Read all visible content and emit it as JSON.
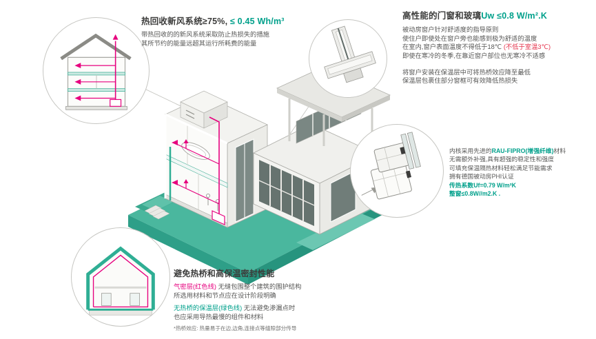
{
  "colors": {
    "accent_green": "#00A08B",
    "envelope_teal": "#2FAE94",
    "platform_green": "#4AB79E",
    "duct_magenta": "#E6007E",
    "note_red": "#E5324B",
    "text_dark": "#3C3C3B",
    "text_gray": "#575756"
  },
  "sections": {
    "heat_recovery": {
      "title_main": "热回收新风系统≥75%,",
      "title_value": " ≤ 0.45 Wh/m³",
      "body": [
        "带热回收的的新风系统采取防止热损失的措施",
        "其所节约的能量远超其运行所耗费的能量"
      ]
    },
    "windows_glass": {
      "title_main": "高性能的门窗和玻璃",
      "title_value": "Uw ≤0.8 W/m².K",
      "p1_line1": "被动房窗户针对舒适度的指导原则",
      "p1_line2": "使住户即使处在窗户旁也能感到极为舒适的温度",
      "p1_line3_main": "在室内,窗户表面温度不得低于18℃ ",
      "p1_line3_red": "(不低于室温3℃)",
      "p1_line4": "即使在寒冷的冬季,在靠近窗户部位也无寒冷不适感",
      "p2_line1": "将窗户安装在保温层中可将热桥效应降至最低",
      "p2_line2": "保温层包裹住部分窗框可有效降低热损失"
    },
    "window_profile": {
      "line1_pre": "内核采用先进的",
      "line1_green": "RAU-FIPRO(增强纤维)",
      "line1_post": "材料",
      "line2": "无需额外补强,具有超强的稳定性和强度",
      "line3": "可填充保温隔热材料轻松满足节能需求",
      "line4": "拥有德国被动房PHI认证",
      "uf_value": "传热系数Uf=0.79 W/m²K",
      "uw_value": "整窗≤0.8W//m2.K ."
    },
    "thermal_bridge": {
      "title": "避免热桥和高保温密封性能",
      "line1_red": "气密层(红色线)",
      "line1_rest": " 无缝包围整个建筑的围护结构",
      "line2": "所选用材料和节点应在设计阶段明确",
      "line3_green": "无热桥的保温层(绿色线)",
      "line3_rest": " 无法避免渗漏点时",
      "line4": "也应采用导热最慢的组件和材料",
      "footnote": "*热桥效应: 热量易于在边,边角,连接点等缝隙部分传导"
    }
  }
}
